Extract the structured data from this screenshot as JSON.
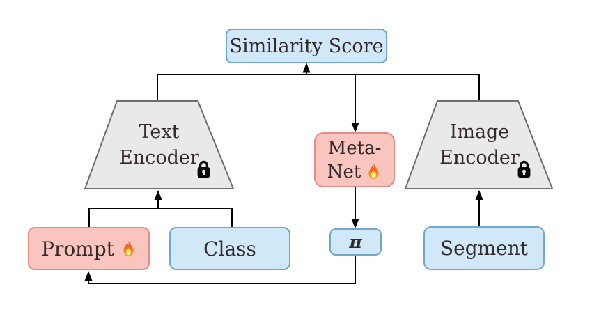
{
  "colors": {
    "background": "#ffffff",
    "blue_fill": "#d1e8f8",
    "blue_border": "#72a7cb",
    "pink_fill": "#fac4bf",
    "pink_border": "#e08d85",
    "gray_fill": "#e9e9e9",
    "gray_border": "#6e6e6e",
    "text": "#33282a",
    "line": "#000000"
  },
  "nodes": {
    "similarity_score": {
      "label": "Similarity Score",
      "style": "blue-rounded-box"
    },
    "text_encoder": {
      "line1": "Text",
      "line2": "Encoder",
      "icon": "lock",
      "style": "gray-trapezoid",
      "frozen": true
    },
    "image_encoder": {
      "line1": "Image",
      "line2": "Encoder",
      "icon": "lock",
      "style": "gray-trapezoid",
      "frozen": true
    },
    "meta_net": {
      "line1": "Meta-",
      "line2": "Net",
      "icon": "flame",
      "style": "pink-rounded-box",
      "trainable": true
    },
    "prompt": {
      "label": "Prompt",
      "icon": "flame",
      "style": "pink-rounded-box",
      "trainable": true
    },
    "class": {
      "label": "Class",
      "style": "blue-rounded-box"
    },
    "pi": {
      "label": "π",
      "style": "blue-rounded-box"
    },
    "segment": {
      "label": "Segment",
      "style": "blue-rounded-box"
    }
  },
  "edges": [
    {
      "from": "text_encoder",
      "to": "similarity_score",
      "arrow": true
    },
    {
      "from": "image_encoder",
      "to": "similarity_score",
      "arrow": true
    },
    {
      "from": "encoder_bus",
      "to": "meta_net",
      "arrow": true
    },
    {
      "from": "meta_net",
      "to": "pi",
      "arrow": true
    },
    {
      "from": "prompt",
      "to": "text_encoder",
      "arrow": true
    },
    {
      "from": "class",
      "to": "text_encoder",
      "arrow": true
    },
    {
      "from": "segment",
      "to": "image_encoder",
      "arrow": true
    },
    {
      "from": "pi",
      "to": "prompt",
      "arrow": true
    }
  ]
}
